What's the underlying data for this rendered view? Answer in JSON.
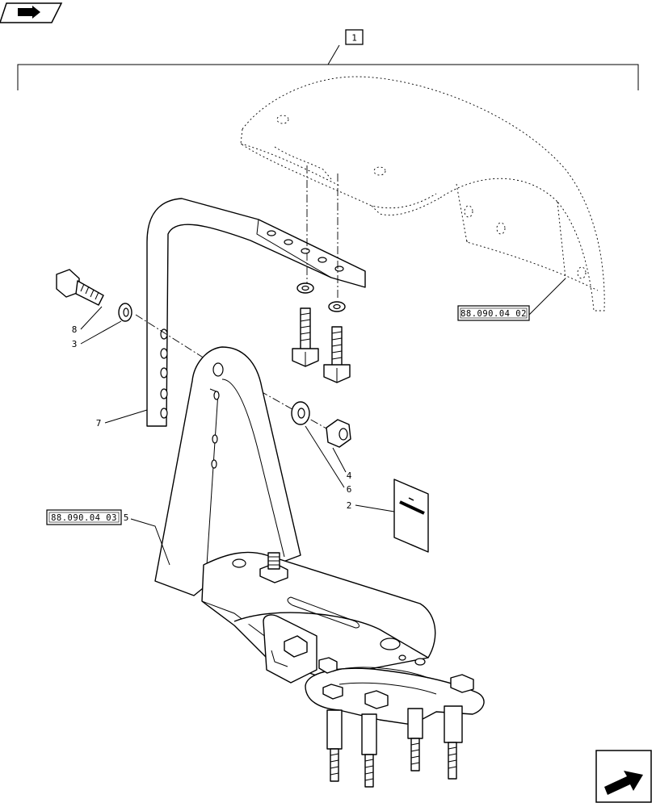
{
  "diagram": {
    "group_label": "1",
    "refs": {
      "fender": "88.090.04 02",
      "bracket": "88.090.04 03"
    },
    "callouts": {
      "c8": "8",
      "c3": "3",
      "c7": "7",
      "c5": "5",
      "c4": "4",
      "c6": "6",
      "c2": "2"
    }
  },
  "icons": {
    "top_left": "back-arrow-icon",
    "bottom_right": "next-arrow-icon"
  }
}
